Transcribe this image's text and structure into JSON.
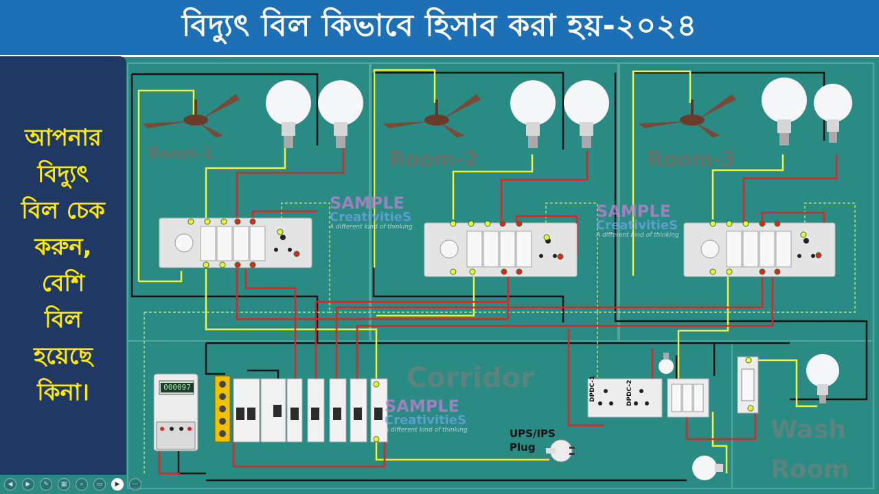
{
  "banner": {
    "title": "বিদ্যুৎ বিল কিভাবে হিসাব করা হয়-২০২৪"
  },
  "side_panel": {
    "lines": [
      "আপনার",
      "বিদ্যুৎ",
      "বিল চেক",
      "করুন,",
      "বেশি",
      "বিল",
      "হয়েছে",
      "কিনা।"
    ]
  },
  "diagram": {
    "rooms": [
      "Room-1",
      "Room-2",
      "Room-3"
    ],
    "corridor_label": "Corridor",
    "wash_room": [
      "Wash",
      "Room"
    ],
    "ups_plug": [
      "UPS/IPS",
      "Plug"
    ],
    "dpdc": [
      "DPDC-1",
      "DPDC-2"
    ],
    "meter_reading": "000097",
    "watermark": {
      "top": "SAMPLE",
      "bottom": "CreativitieS",
      "tagline": "A different kind of thinking"
    },
    "colors": {
      "background": "#2a8a84",
      "phase_wire": "#e02424",
      "neutral_wire": "#f2f23a",
      "earth_wire": "#111111",
      "banner": "#1d6fb6",
      "side_panel": "#1f3864",
      "side_text": "#ffea00"
    }
  },
  "player": {
    "buttons": [
      "prev-icon",
      "next-icon",
      "pen-icon",
      "slides-icon",
      "zoom-icon",
      "subtitles-icon",
      "camera-icon",
      "more-icon"
    ]
  }
}
